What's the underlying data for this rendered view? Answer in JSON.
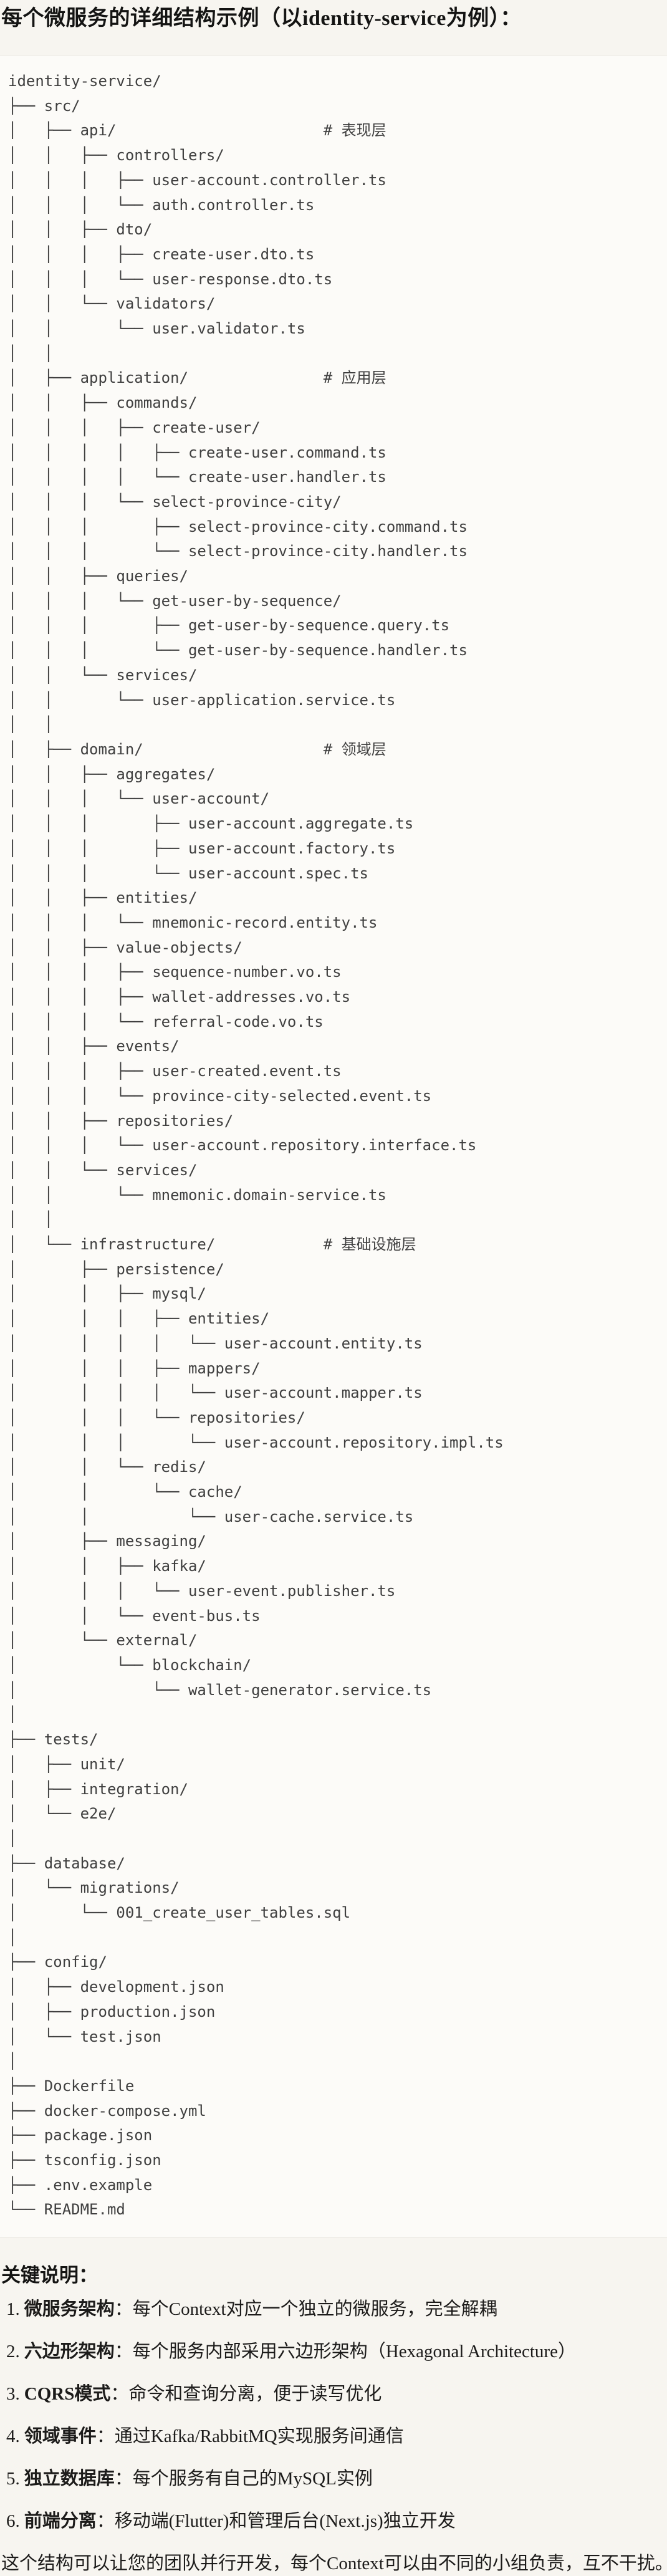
{
  "title": "每个微服务的详细结构示例（以identity-service为例）：",
  "tree": {
    "lines": [
      "identity-service/",
      "├── src/",
      "│   ├── api/                       # 表现层",
      "│   │   ├── controllers/",
      "│   │   │   ├── user-account.controller.ts",
      "│   │   │   └── auth.controller.ts",
      "│   │   ├── dto/",
      "│   │   │   ├── create-user.dto.ts",
      "│   │   │   └── user-response.dto.ts",
      "│   │   └── validators/",
      "│   │       └── user.validator.ts",
      "│   │",
      "│   ├── application/               # 应用层",
      "│   │   ├── commands/",
      "│   │   │   ├── create-user/",
      "│   │   │   │   ├── create-user.command.ts",
      "│   │   │   │   └── create-user.handler.ts",
      "│   │   │   └── select-province-city/",
      "│   │   │       ├── select-province-city.command.ts",
      "│   │   │       └── select-province-city.handler.ts",
      "│   │   ├── queries/",
      "│   │   │   └── get-user-by-sequence/",
      "│   │   │       ├── get-user-by-sequence.query.ts",
      "│   │   │       └── get-user-by-sequence.handler.ts",
      "│   │   └── services/",
      "│   │       └── user-application.service.ts",
      "│   │",
      "│   ├── domain/                    # 领域层",
      "│   │   ├── aggregates/",
      "│   │   │   └── user-account/",
      "│   │   │       ├── user-account.aggregate.ts",
      "│   │   │       ├── user-account.factory.ts",
      "│   │   │       └── user-account.spec.ts",
      "│   │   ├── entities/",
      "│   │   │   └── mnemonic-record.entity.ts",
      "│   │   ├── value-objects/",
      "│   │   │   ├── sequence-number.vo.ts",
      "│   │   │   ├── wallet-addresses.vo.ts",
      "│   │   │   └── referral-code.vo.ts",
      "│   │   ├── events/",
      "│   │   │   ├── user-created.event.ts",
      "│   │   │   └── province-city-selected.event.ts",
      "│   │   ├── repositories/",
      "│   │   │   └── user-account.repository.interface.ts",
      "│   │   └── services/",
      "│   │       └── mnemonic.domain-service.ts",
      "│   │",
      "│   └── infrastructure/            # 基础设施层",
      "│       ├── persistence/",
      "│       │   ├── mysql/",
      "│       │   │   ├── entities/",
      "│       │   │   │   └── user-account.entity.ts",
      "│       │   │   ├── mappers/",
      "│       │   │   │   └── user-account.mapper.ts",
      "│       │   │   └── repositories/",
      "│       │   │       └── user-account.repository.impl.ts",
      "│       │   └── redis/",
      "│       │       └── cache/",
      "│       │           └── user-cache.service.ts",
      "│       ├── messaging/",
      "│       │   ├── kafka/",
      "│       │   │   └── user-event.publisher.ts",
      "│       │   └── event-bus.ts",
      "│       └── external/",
      "│           └── blockchain/",
      "│               └── wallet-generator.service.ts",
      "│",
      "├── tests/",
      "│   ├── unit/",
      "│   ├── integration/",
      "│   └── e2e/",
      "│",
      "├── database/",
      "│   └── migrations/",
      "│       └── 001_create_user_tables.sql",
      "│",
      "├── config/",
      "│   ├── development.json",
      "│   ├── production.json",
      "│   └── test.json",
      "│",
      "├── Dockerfile",
      "├── docker-compose.yml",
      "├── package.json",
      "├── tsconfig.json",
      "├── .env.example",
      "└── README.md"
    ]
  },
  "notes": {
    "heading": "关键说明：",
    "items": [
      {
        "num": "1.",
        "term": "微服务架构",
        "desc": "：每个Context对应一个独立的微服务，完全解耦"
      },
      {
        "num": "2.",
        "term": "六边形架构",
        "desc": "：每个服务内部采用六边形架构（Hexagonal Architecture）"
      },
      {
        "num": "3.",
        "term": "CQRS模式",
        "desc": "：命令和查询分离，便于读写优化"
      },
      {
        "num": "4.",
        "term": "领域事件",
        "desc": "：通过Kafka/RabbitMQ实现服务间通信"
      },
      {
        "num": "5.",
        "term": "独立数据库",
        "desc": "：每个服务有自己的MySQL实例"
      },
      {
        "num": "6.",
        "term": "前端分离",
        "desc": "：移动端(Flutter)和管理后台(Next.js)独立开发"
      }
    ],
    "footer": "这个结构可以让您的团队并行开发，每个Context可以由不同的小组负责，互不干扰。"
  },
  "colors": {
    "page_bg": "#f7f5f0",
    "code_bg": "#fcfbf8",
    "code_border": "#e6e3dc",
    "code_text": "#3f3f3f",
    "heading_text": "#141413"
  }
}
